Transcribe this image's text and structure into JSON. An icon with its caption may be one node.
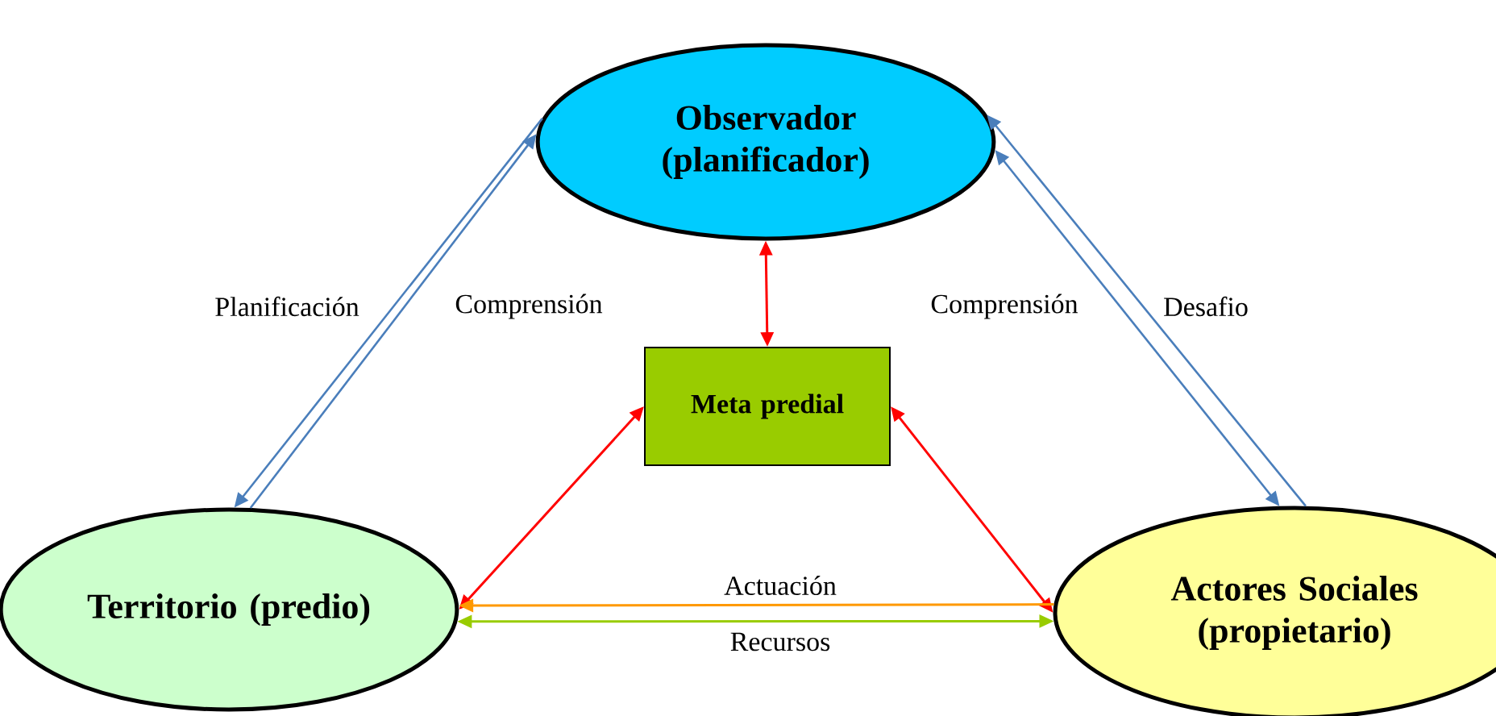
{
  "diagram": {
    "nodes": [
      {
        "text": [
          "Observador (planificador)"
        ]
      },
      {
        "text": [
          "Meta predial"
        ]
      },
      {
        "text": [
          "Territorio (predio)"
        ]
      },
      {
        "text": [
          "Actores Sociales (propietario)"
        ]
      }
    ],
    "edges": [
      {
        "from": 0,
        "to": 2,
        "arrow": "to",
        "label": "Planificación"
      },
      {
        "from": 2,
        "to": 0,
        "arrow": "to",
        "label": "Comprensión"
      },
      {
        "from": 3,
        "to": 0,
        "arrow": "both",
        "label": "Comprensión"
      },
      {
        "from": 3,
        "to": 0,
        "arrow": "to",
        "label": "Desafio"
      },
      {
        "from": 0,
        "to": 1,
        "arrow": "both",
        "color": "#ff0000"
      },
      {
        "from": 1,
        "to": 2,
        "arrow": "both",
        "color": "#ff0000"
      },
      {
        "from": 1,
        "to": 3,
        "arrow": "both",
        "color": "#ff0000"
      },
      {
        "from": 3,
        "to": 2,
        "arrow": "to",
        "label": "Actuación",
        "color": "#ff9900"
      },
      {
        "from": 2,
        "to": 3,
        "arrow": "both",
        "label": "Recursos",
        "color": "#99cc00"
      }
    ]
  }
}
